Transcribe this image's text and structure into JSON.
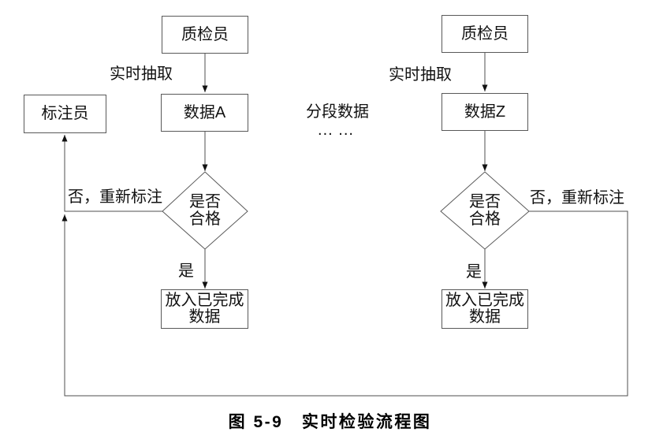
{
  "colors": {
    "line": "#4f4f4f",
    "box_border": "#595959",
    "arrowhead": "#111111",
    "text": "#111111",
    "background": "#ffffff"
  },
  "annotator": {
    "label": "标注员"
  },
  "middle": {
    "label": "分段数据",
    "dots": "... ..."
  },
  "caption": "图 5-9　实时检验流程图",
  "flows": [
    {
      "id": "A",
      "inspector": "质检员",
      "extract": "实时抽取",
      "data": "数据A",
      "decision": "是否\n合格",
      "yes": "是",
      "no": "否，重新标注",
      "done": "放入已完成\n数据"
    },
    {
      "id": "Z",
      "inspector": "质检员",
      "extract": "实时抽取",
      "data": "数据Z",
      "decision": "是否\n合格",
      "yes": "是",
      "no": "否，重新标注",
      "done": "放入已完成\n数据"
    }
  ]
}
